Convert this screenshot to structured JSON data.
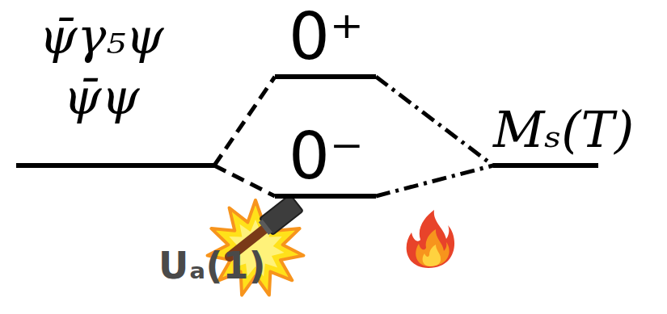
{
  "diagram": {
    "nodes": [
      {
        "text": [
          "ψ̄γ₅ψ",
          "ψ̄ψ"
        ]
      },
      {
        "text": [
          "0⁺"
        ]
      },
      {
        "text": [
          "0⁻"
        ]
      },
      {
        "text": [
          "Mₛ(T)"
        ]
      }
    ],
    "edges": [
      {
        "from": 0,
        "to": 1,
        "arrow": "none"
      },
      {
        "from": 0,
        "to": 2,
        "arrow": "none"
      },
      {
        "from": 1,
        "to": 3,
        "arrow": "none"
      },
      {
        "from": 2,
        "to": 3,
        "arrow": "none"
      }
    ],
    "labels": [
      "Uₐ(1)"
    ]
  }
}
